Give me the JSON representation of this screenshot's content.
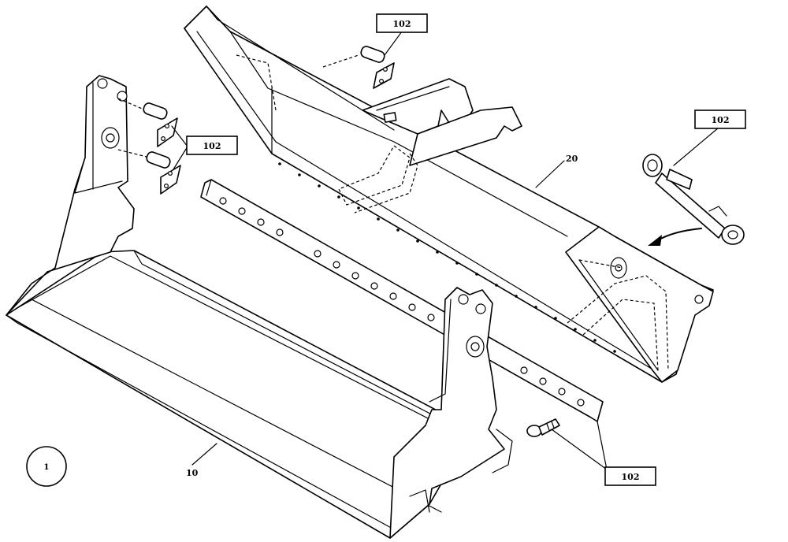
{
  "drawing": {
    "callouts": {
      "bracket_pin_top": "102",
      "side_pins_left": "102",
      "cylinder": "102",
      "cutting_edge_bolt": "102",
      "frame_20": "20",
      "bucket_10": "10"
    },
    "sheet_number": "1"
  }
}
